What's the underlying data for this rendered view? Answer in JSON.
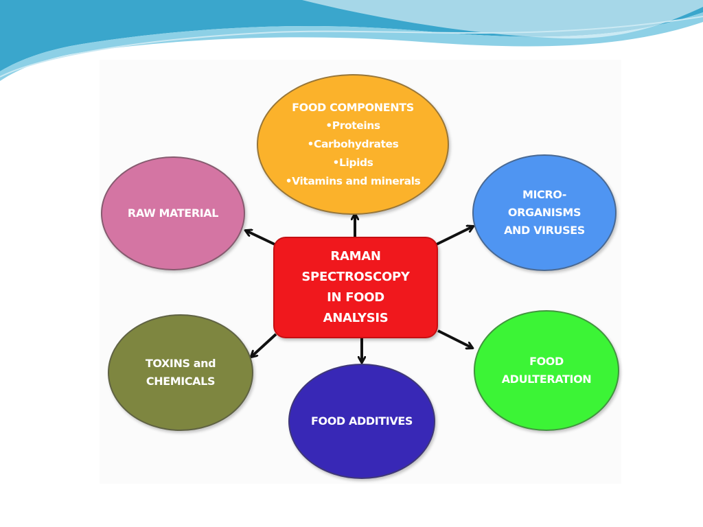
{
  "slide": {
    "background_color": "#ffffff",
    "wave_colors": [
      "#3aa6cc",
      "#8dd0e6",
      "#cbe9f3"
    ]
  },
  "diagram": {
    "center": {
      "lines": [
        "RAMAN",
        "SPECTROSCOPY",
        "IN FOOD",
        "ANALYSIS"
      ],
      "color": "#f0181d"
    },
    "nodes": {
      "food_components": {
        "title": "FOOD COMPONENTS",
        "items": [
          "•Proteins",
          "•Carbohydrates",
          "•Lipids",
          "•Vitamins and minerals"
        ],
        "color": "#fbb22b"
      },
      "raw_material": {
        "lines": [
          "RAW MATERIAL"
        ],
        "color": "#d475a3"
      },
      "microorganisms": {
        "lines": [
          "MICRO-",
          "ORGANISMS",
          "AND VIRUSES"
        ],
        "color": "#4f95f2"
      },
      "toxins": {
        "lines": [
          "TOXINS and",
          "CHEMICALS"
        ],
        "color": "#7e8640"
      },
      "additives": {
        "lines": [
          "FOOD ADDITIVES"
        ],
        "color": "#3828b6"
      },
      "adulteration": {
        "lines": [
          "FOOD",
          "ADULTERATION"
        ],
        "color": "#3cf436"
      }
    },
    "connector_color": "#111111"
  }
}
